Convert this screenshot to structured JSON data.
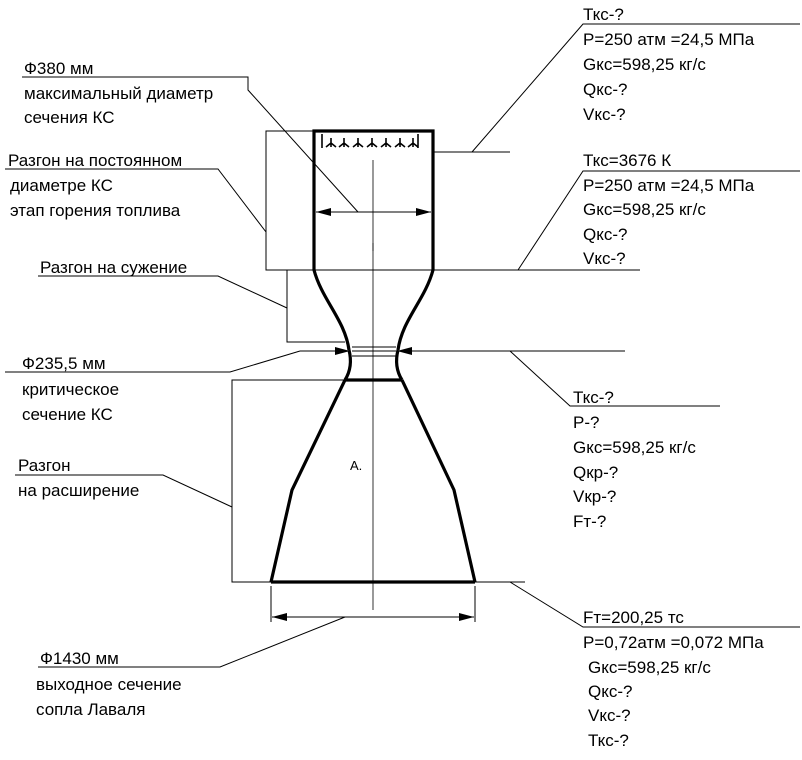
{
  "labels": {
    "d_max": {
      "size": "Ф380 мм",
      "line1": "максимальный диаметр",
      "line2": "сечения КС"
    },
    "const_stage": {
      "line1": "Разгон на постоянном",
      "line2": "диаметре КС",
      "line3": "этап горения топлива"
    },
    "narrowing": "Разгон на сужение",
    "d_crit": {
      "size": "Ф235,5 мм",
      "line1": "критическое",
      "line2": "сечение КС"
    },
    "expansion": {
      "line1": "Разгон",
      "line2": "на расширение"
    },
    "d_exit": {
      "size": "Ф1430 мм",
      "line1": "выходное  сечение",
      "line2": "сопла Лаваля"
    },
    "point_a": "A."
  },
  "param_blocks": {
    "top": [
      "Ткс-?",
      "P=250 атм =24,5 МПа",
      "Gкс=598,25 кг/с",
      "Qкс-?",
      "Vкс-?"
    ],
    "chamber": [
      "Ткс=3676 К",
      "P=250 атм =24,5 МПа",
      "Gкс=598,25 кг/с",
      "Qкс-?",
      "Vкс-?"
    ],
    "throat": [
      "Ткс-?",
      "P-?",
      "Gкс=598,25 кг/с",
      "Qкр-?",
      "Vкр-?",
      "Fт-?"
    ],
    "exit": [
      "Fт=200,25 тс",
      "P=0,72атм =0,072 МПа",
      "Gкс=598,25 кг/с",
      "Qкс-?",
      "Vкс-?",
      "Ткс-?"
    ]
  }
}
